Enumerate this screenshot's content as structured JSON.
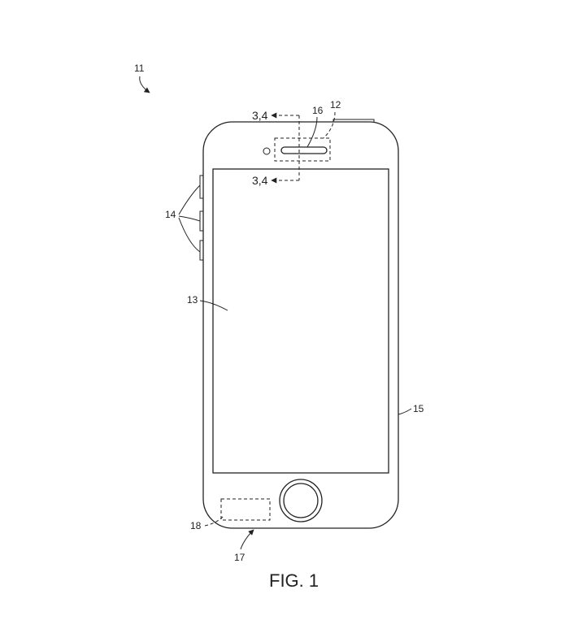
{
  "figure": {
    "caption": "FIG. 1",
    "labels": {
      "device": "11",
      "earpiece_region": "12",
      "display": "13",
      "side_buttons": "14",
      "housing": "15",
      "speaker": "16",
      "bottom_edge": "17",
      "bottom_region": "18",
      "section_top": "3,4",
      "section_bottom": "3,4"
    }
  }
}
